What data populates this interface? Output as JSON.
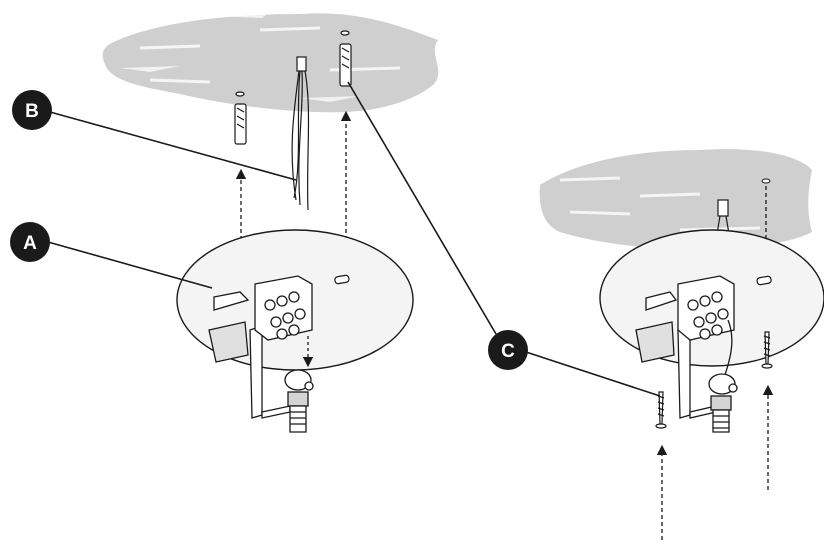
{
  "callouts": {
    "a": {
      "label": "A"
    },
    "b": {
      "label": "B"
    },
    "c": {
      "label": "C"
    }
  },
  "colors": {
    "ink": "#1a1a1a",
    "ceiling": "#c9c9c9",
    "plate": "#f2f2f2",
    "callout_bg": "#1a1a1a",
    "callout_text": "#ffffff"
  },
  "icons": {
    "arrow": "up-arrow-icon",
    "screw": "screw-icon",
    "anchor": "wall-anchor-icon"
  }
}
